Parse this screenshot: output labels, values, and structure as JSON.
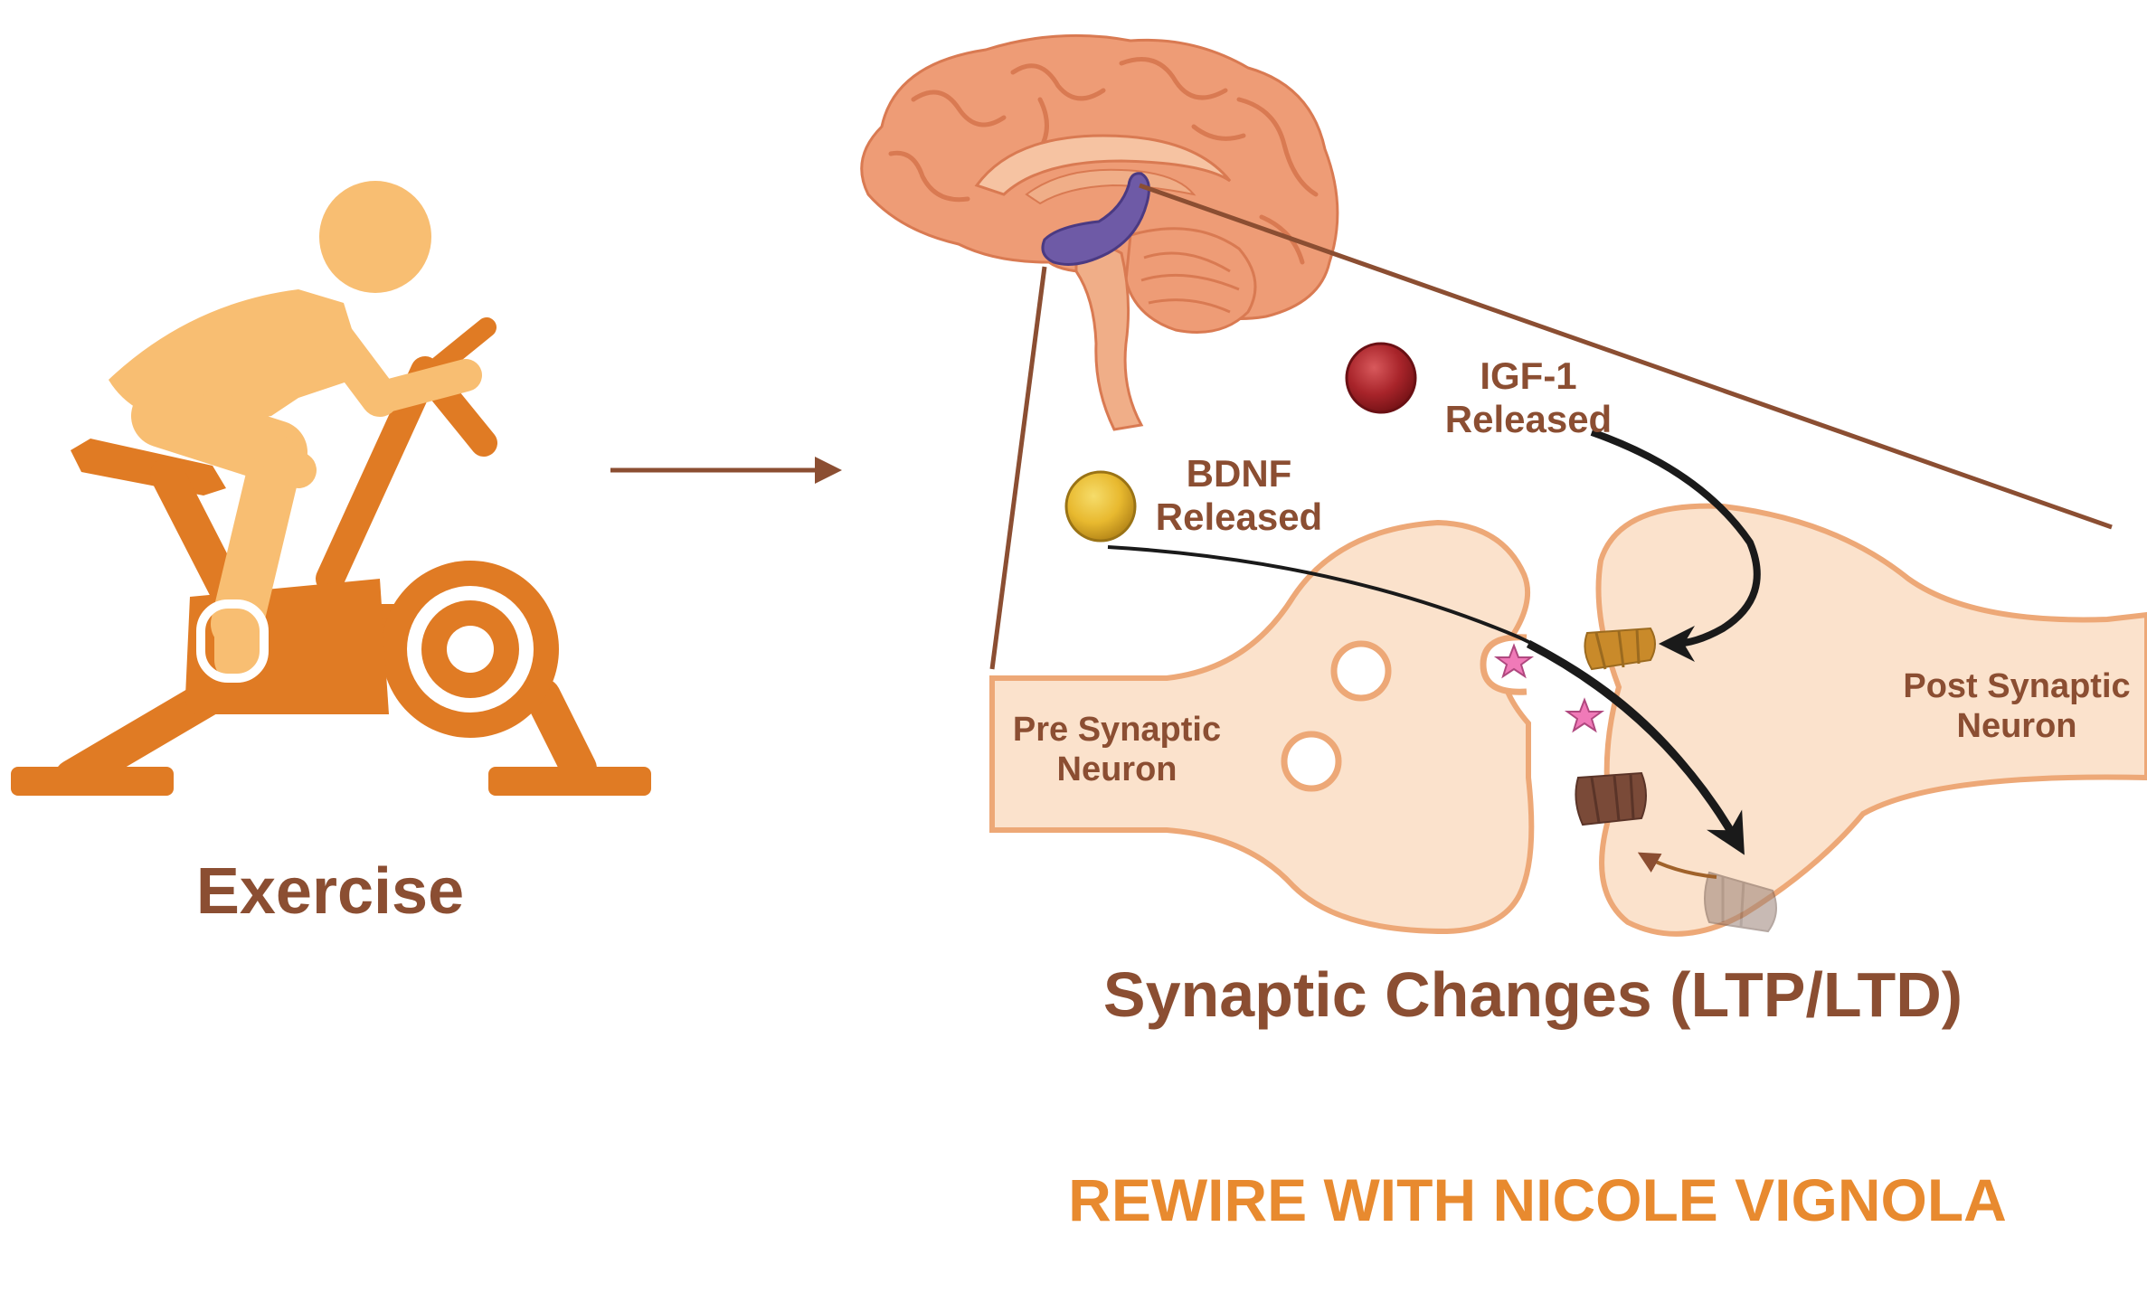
{
  "labels": {
    "exercise": "Exercise",
    "igf": [
      "IGF-1",
      "Released"
    ],
    "bdnf": [
      "BDNF",
      "Released"
    ],
    "pre_synaptic": [
      "Pre Synaptic",
      "Neuron"
    ],
    "post_synaptic": [
      "Post Synaptic",
      "Neuron"
    ],
    "synaptic_changes": "Synaptic Changes (LTP/LTD)",
    "credit": "REWIRE WITH NICOLE VIGNOLA"
  },
  "colors": {
    "bike_orange": "#E07B24",
    "rider_peach": "#F8BE72",
    "arrow_brown": "#8B4E32",
    "brain_salmon": "#EE9C76",
    "hippocampus_purple": "#6E5AA6",
    "neuron_fill": "#FBE2CC",
    "neuron_outline": "#EDA877",
    "igf_red": "#A8242A",
    "bdnf_yellow": "#E8B92F",
    "receptor_gold": "#C98A2A",
    "receptor_brown": "#7A4A38",
    "star_pink": "#F07AB8",
    "label_brown": "#8B4E32",
    "credit_orange": "#E88A2F"
  },
  "icons": [
    "exercise-bike-icon",
    "brain-icon",
    "hippocampus-icon",
    "igf-molecule-icon",
    "bdnf-molecule-icon",
    "receptor-icon"
  ]
}
